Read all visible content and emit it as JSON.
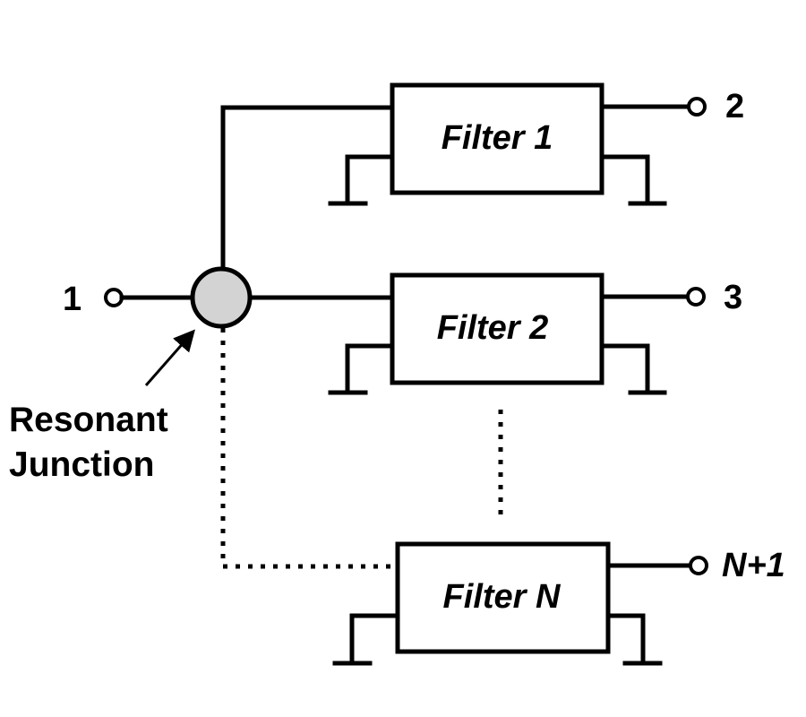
{
  "diagram": {
    "type": "multiplexer-schematic",
    "junction": {
      "label_line1": "Resonant",
      "label_line2": "Junction",
      "fill": "#d3d3d3"
    },
    "input_port": {
      "label": "1"
    },
    "filters": [
      {
        "label": "Filter 1",
        "output_port": "2",
        "connection": "solid"
      },
      {
        "label": "Filter 2",
        "output_port": "3",
        "connection": "solid"
      },
      {
        "label": "Filter N",
        "output_port": "N+1",
        "connection": "dotted"
      }
    ],
    "ellipsis": "vertical-dots",
    "line_color": "#000000",
    "background": "#ffffff"
  }
}
